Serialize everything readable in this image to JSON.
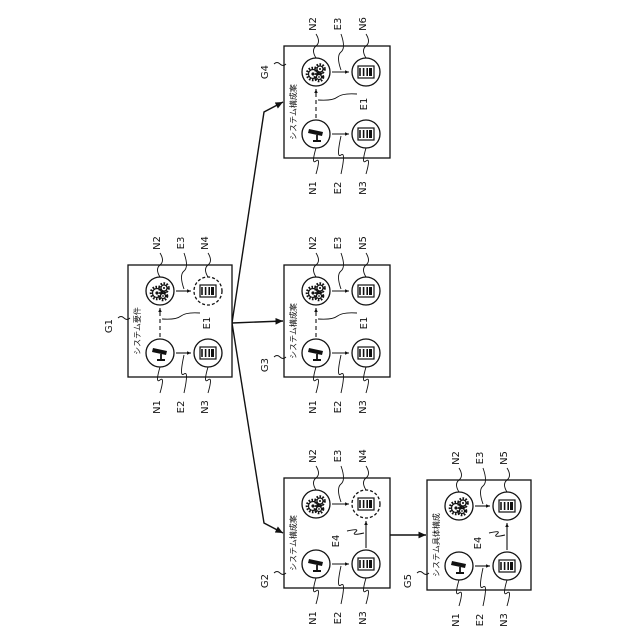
{
  "groups": [
    {
      "id": "G1",
      "label": "G1",
      "title": "システム要件",
      "nodes": {
        "n1": "N1",
        "n2": "N2",
        "n3": "N3",
        "n4": "N4"
      },
      "edges": {
        "e1": "E1",
        "e2": "E2",
        "e3": "E3"
      }
    },
    {
      "id": "G2",
      "label": "G2",
      "title": "システム構成案",
      "nodes": {
        "n1": "N1",
        "n2": "N2",
        "n3": "N3",
        "n4": "N4"
      },
      "edges": {
        "e2": "E2",
        "e3": "E3",
        "e4": "E4"
      }
    },
    {
      "id": "G3",
      "label": "G3",
      "title": "システム構成案",
      "nodes": {
        "n1": "N1",
        "n2": "N2",
        "n3": "N3",
        "n5": "N5"
      },
      "edges": {
        "e1": "E1",
        "e2": "E2",
        "e3": "E3"
      }
    },
    {
      "id": "G4",
      "label": "G4",
      "title": "システム構成案",
      "nodes": {
        "n1": "N1",
        "n2": "N2",
        "n3": "N3",
        "n6": "N6"
      },
      "edges": {
        "e1": "E1",
        "e2": "E2",
        "e3": "E3"
      }
    },
    {
      "id": "G5",
      "label": "G5",
      "title": "システム具体構成",
      "nodes": {
        "n1": "N1",
        "n2": "N2",
        "n3": "N3",
        "n5": "N5"
      },
      "edges": {
        "e2": "E2",
        "e3": "E3",
        "e4": "E4"
      }
    }
  ]
}
